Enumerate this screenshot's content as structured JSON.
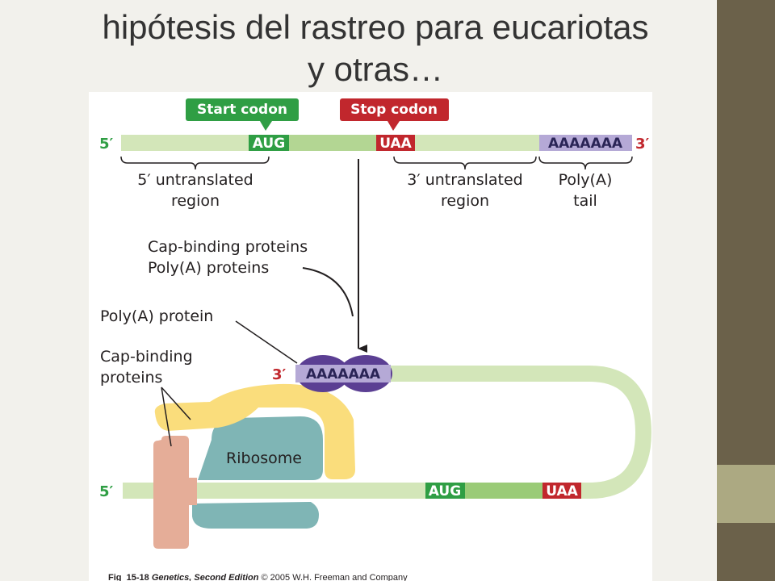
{
  "slide": {
    "title_line1": "hipótesis del rastreo para eucariotas",
    "title_line2": "y otras…"
  },
  "diagram": {
    "top_strand": {
      "five_prime": "5′",
      "three_prime": "3′",
      "start_codon_callout": "Start codon",
      "stop_codon_callout": "Stop codon",
      "start_codon": "AUG",
      "stop_codon": "UAA",
      "poly_a": "AAAAAAA"
    },
    "region_labels": {
      "utr5_line1": "5′ untranslated",
      "utr5_line2": "region",
      "utr3_line1": "3′ untranslated",
      "utr3_line2": "region",
      "polya_line1": "Poly(A)",
      "polya_line2": "tail"
    },
    "middle_labels": {
      "cap_binding_proteins": "Cap-binding proteins",
      "polya_proteins": "Poly(A) proteins"
    },
    "bottom_complex": {
      "polya_protein_label": "Poly(A) protein",
      "cap_binding_line1": "Cap-binding",
      "cap_binding_line2": "proteins",
      "three_prime": "3′",
      "poly_a": "AAAAAAA",
      "ribosome": "Ribosome",
      "five_prime": "5′",
      "start_codon": "AUG",
      "stop_codon": "UAA"
    },
    "caption": {
      "fig": "Fig_15-18",
      "book": "Genetics, Second Edition",
      "copyright": "© 2005 W.H. Freeman and Company"
    },
    "colors": {
      "mrna": "#d3e6b9",
      "orf": "#8cc466",
      "start_codon": "#2f9e44",
      "stop_codon": "#c1272d",
      "poly_a": "#b5a9d6",
      "polya_protein": "#5b3f93",
      "cap_binding_yellow": "#fadd7c",
      "cap_binding_pink": "#e5ad98",
      "ribosome": "#7fb5b5",
      "sidebar_dark": "#6b614a",
      "sidebar_light": "#aca982"
    }
  }
}
